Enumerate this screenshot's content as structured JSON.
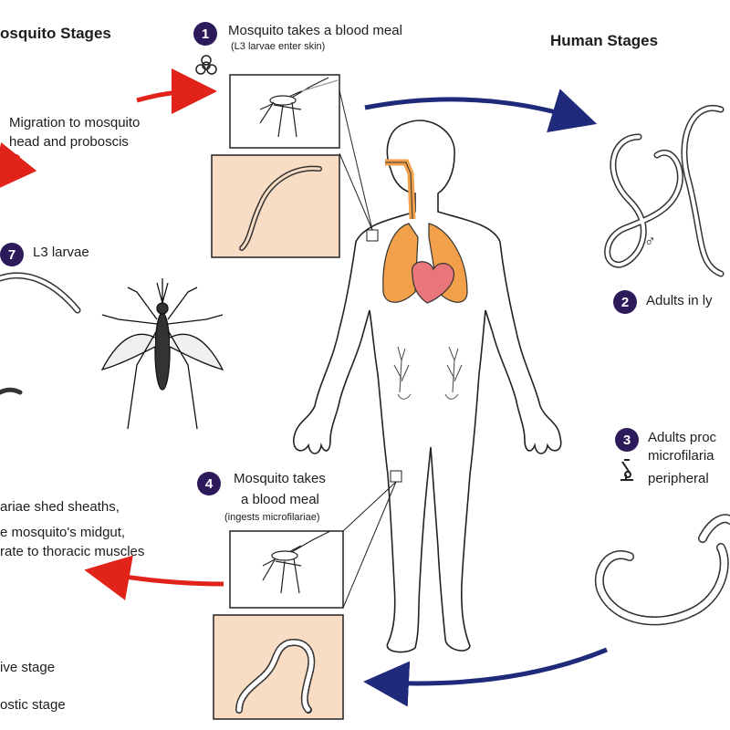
{
  "headings": {
    "mosquito": "osquito Stages",
    "human": "Human Stages"
  },
  "steps": [
    {
      "num": "1",
      "line1": "Mosquito takes a blood meal",
      "line2": "(L3 larvae enter skin)"
    },
    {
      "num": "2",
      "line1": "Adults in ly"
    },
    {
      "num": "3",
      "line1": "Adults proc",
      "line2": "microfilaria",
      "line3": "peripheral"
    },
    {
      "num": "4",
      "line1": "Mosquito takes",
      "line2": "a blood meal",
      "line3": "(ingests microfilariae)"
    },
    {
      "num": "7",
      "line1": "L3 larvae"
    }
  ],
  "mosquito_text": {
    "migration1": "Migration to mosquito",
    "migration2": "head and proboscis",
    "shed1": "ariae shed sheaths,",
    "shed2": "e mosquito's midgut,",
    "shed3": "rate to thoracic muscles"
  },
  "legend": {
    "infective": "ive stage",
    "diagnostic": "ostic stage"
  },
  "symbols": {
    "male": "♂"
  },
  "colors": {
    "red_arrow": "#e2231a",
    "blue_arrow": "#1f2a7a",
    "badge": "#2d1a5a",
    "lung": "#f2a14a",
    "heart": "#e8767a",
    "panel_peach": "#f8dcc4"
  },
  "icons": [
    "biohazard-icon",
    "microscope-icon"
  ]
}
